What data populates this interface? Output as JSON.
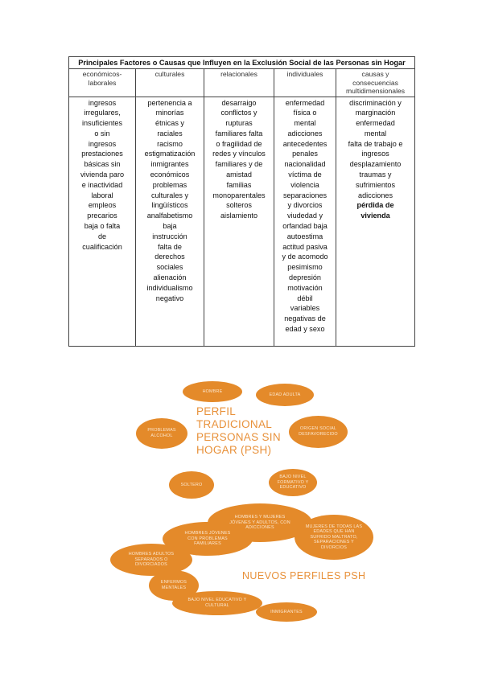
{
  "table": {
    "title": "Principales Factores o Causas que Influyen en la Exclusión Social de las Personas sin Hogar",
    "headers": [
      "económicos-laborales",
      "culturales",
      "relacionales",
      "individuales",
      "causas y consecuencias multidimensionales"
    ],
    "columns": [
      [
        "ingresos",
        "irregulares,",
        "insuficientes",
        "o sin",
        "ingresos",
        "prestaciones",
        "básicas sin",
        "vivienda paro",
        "e inactividad",
        "laboral",
        "empleos",
        "precarios",
        "baja o falta",
        "de",
        "cualificación"
      ],
      [
        "pertenencia a",
        "minorías",
        "étnicas y",
        "raciales",
        "racismo",
        "estigmatización",
        "inmigrantes",
        "económicos",
        "problemas",
        "culturales y",
        "lingüísticos",
        "analfabetismo",
        "baja",
        "instrucción",
        "falta de",
        "derechos",
        "sociales",
        "alienación",
        "individualismo",
        "negativo"
      ],
      [
        "desarraigo",
        "conflictos y",
        "rupturas",
        "familiares falta",
        "o fragilidad de",
        "redes y vínculos",
        "familiares y de",
        "amistad",
        "familias",
        "monoparentales",
        "solteros",
        "aislamiento"
      ],
      [
        "enfermedad",
        "física o",
        "mental",
        "adicciones",
        "antecedentes",
        "penales",
        "nacionalidad",
        "víctima de",
        "violencia",
        "separaciones",
        "y divorcios",
        "viudedad y",
        "orfandad baja",
        "autoestima",
        "actitud pasiva",
        "y de acomodo",
        "pesimismo",
        "depresión",
        "motivación",
        "débil",
        "variables",
        "negativas de",
        "edad y sexo"
      ],
      [
        "discriminación y",
        "marginación",
        "enfermedad",
        "mental",
        "falta de trabajo e",
        "ingresos",
        "desplazamiento",
        "traumas y",
        "sufrimientos",
        "adicciones",
        "pérdida de",
        "vivienda"
      ]
    ],
    "bold_last_col_lines": [
      "pérdida de",
      "vivienda"
    ]
  },
  "diagram": {
    "traditional_title": [
      "PERFIL",
      "TRADICIONAL",
      "PERSONAS SIN",
      "HOGAR (PSH)"
    ],
    "new_title": "NUEVOS PERFILES PSH",
    "bubbles": {
      "hombre": [
        "HOMBRE"
      ],
      "edad": [
        "EDAD ADULTA"
      ],
      "problemas": [
        "PROBLEMAS",
        "ALCOHOL"
      ],
      "origen": [
        "ORIGEN SOCIAL",
        "DESFAVORECIDO"
      ],
      "soltero": [
        "SOLTERO"
      ],
      "bajo_nivel": [
        "BAJO NIVEL",
        "FORMATIVO Y",
        "EDUCATIVO"
      ],
      "hombres_mujeres": [
        "HOMBRES Y MUJERES",
        "JÓVENES Y ADULTOS, CON",
        "ADICCIONES"
      ],
      "mujeres": [
        "MUJERES DE TODAS LAS",
        "EDADES QUE HAN",
        "SUFRIDO MALTRATO,",
        "SEPARACIONES Y",
        "DIVORCIOS"
      ],
      "jovenes": [
        "HOMBRES JÓVENES",
        "CON PROBLEMAS",
        "FAMILIARES"
      ],
      "adultos": [
        "HOMBRES ADULTOS",
        "SEPARADOS O",
        "DIVORCIADOS"
      ],
      "enfermos": [
        "ENFERMOS",
        "MENTALES"
      ],
      "bajo_edu": [
        "BAJO NIVEL EDUCATIVO Y",
        "CULTURAL"
      ],
      "inmigrantes": [
        "INMIGRANTES"
      ]
    },
    "colors": {
      "bubble": "#e48a2a",
      "bubble_text": "#fbe7cf",
      "title_text": "#e8913a"
    }
  }
}
